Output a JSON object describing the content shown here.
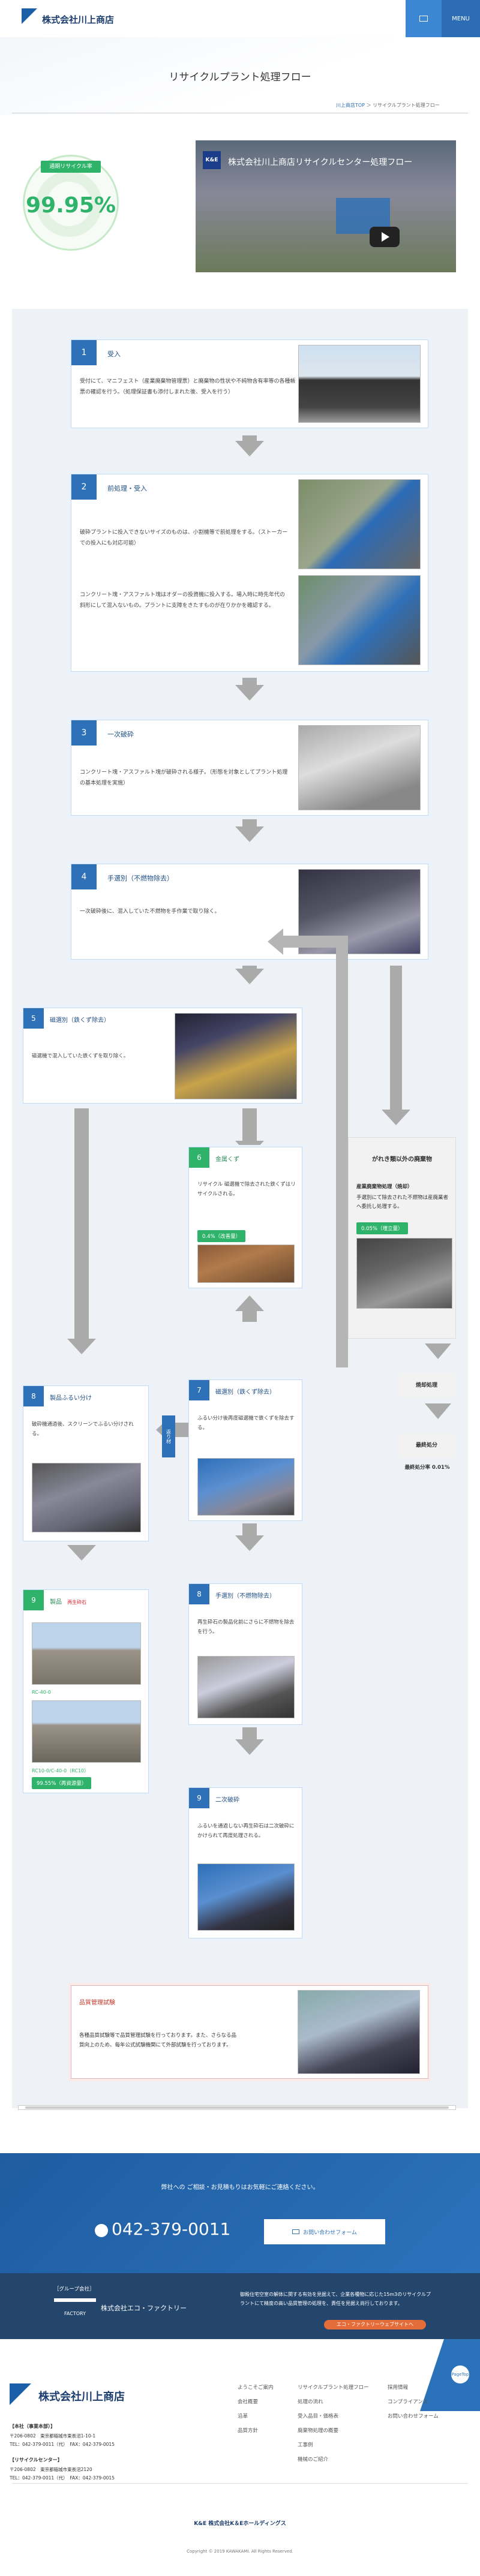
{
  "header": {
    "company": "株式会社川上商店",
    "menu_label": "MENU",
    "mail_icon": "mail-icon"
  },
  "page": {
    "title": "リサイクルプラント処理フロー",
    "breadcrumb_home": "川上商店TOP",
    "breadcrumb_current": "リサイクルプラント処理フロー"
  },
  "recycle": {
    "label": "通期リサイクル率",
    "value": "99.95%"
  },
  "video": {
    "title": "株式会社川上商店リサイクルセンター処理フロー",
    "logo": "K&E"
  },
  "steps": [
    {
      "num": "1",
      "title": "受入",
      "text": "受付にて、マニフェスト（産業廃棄物管理票）と廃棄物の性状や不純物含有率等の各種帳票の確認を行う。（処理保証書も添付しまれた後、受入を行う）"
    },
    {
      "num": "2",
      "title": "前処理・受入",
      "text": "破砕プラントに投入できないサイズのものは、小割機等で前処理をする。（ストーカーでの投入にも対応可能）",
      "text2": "コンクリート塊・アスファルト塊はオダーの投資機に投入する。場入時に時先年代の斜形にして混入ないもの。プラントに支障をきたすものが在りかかを確認する。"
    },
    {
      "num": "3",
      "title": "一次破砕",
      "text": "コンクリート塊・アスファルト塊が破砕される様子。（形態を対象としてプラント処理の基本処理を実施）"
    },
    {
      "num": "4",
      "title": "手選別（不燃物除去）",
      "text": "一次破砕後に、混入していた不燃物を手作業で取り除く。"
    }
  ],
  "step5": {
    "num": "5",
    "title": "磁選別（鉄くず除去）",
    "text": "磁選機で混入していた鉄くずを取り除く。"
  },
  "step6": {
    "num": "6",
    "title": "金属くず",
    "text": "リサイクル 磁選機で除去された鉄くずはリサイクルされる。",
    "badge": "0.4%（改善量）"
  },
  "side": {
    "title": "がれき類以外の廃棄物",
    "sub": "産業廃棄物処理（焼却）",
    "text": "手選別にて除去された不燃物は産廃業者へ委託し処理する。",
    "badge": "0.05%（埋立量）",
    "label1": "焼却処理",
    "label2": "最終処分",
    "label3": "最終処分率 0.01%"
  },
  "step7": {
    "num": "7",
    "title": "磁選別（鉄くず除去）",
    "text": "ふるい分け後再度磁選機で鉄くずを除去する。"
  },
  "step8": {
    "num": "8",
    "title": "製品ふるい分け",
    "text": "破砕機通過後、スクリーンでふるい分けされる。",
    "vlabel": "返り材"
  },
  "step9": {
    "num": "9",
    "title": "製品",
    "tag": "再生砕石",
    "label1": "RC-40-0",
    "label2": "RC10-0/C-40-0（RC10）",
    "badge": "99.55%（再資源量）"
  },
  "step10": {
    "num": "8",
    "title": "手選別（不燃物除去）",
    "text": "再生砕石の製品化前にさらに不燃物を除去を行う。"
  },
  "step11": {
    "num": "9",
    "title": "二次破砕",
    "text": "ふるいを通過しない再生砕石は二次破砕にかけられて再度処理される。"
  },
  "quality": {
    "title": "品質管理試験",
    "text": "各種品質試験等で品質管理試験を行っております。また、さらなる品質向上のため、毎年公式試験機関にて外部試験を行っております。"
  },
  "cta": {
    "lead": "弊社への ご相談・お見積もりはお気軽にご連絡ください。",
    "phone": "042-379-0011",
    "form_label": "お問い合わせフォーム"
  },
  "group": {
    "label": "［グループ会社］",
    "company": "株式会社エコ・ファクトリー",
    "text": "御殿住宅空室の解体に関する有効を見据えて、企業各種物に応じた15m3のリサイクルプラントにて精度の高い品質管理の処理を、責任を見据え尚行しております。",
    "btn": "エコ・ファクトリーウェブサイトへ",
    "logo": "FACTORY"
  },
  "footer": {
    "company": "株式会社川上商店",
    "hq_label": "【本社（事業本部）】",
    "hq_addr": "〒206-0802　東京都稲城市東長沼1-10-1",
    "hq_tel": "TEL：042-379-0011（代）　FAX：042-379-0015",
    "rc_label": "【リサイクルセンター】",
    "rc_addr": "〒206-0802　東京都稲城市東長沼2120",
    "rc_tel": "TEL：042-379-0011（代）　FAX：042-379-0015",
    "links_col1": [
      "ようこそご案内",
      "会社概要",
      "沿革",
      "品質方針"
    ],
    "links_col2": [
      "リサイクルプラント処理フロー",
      "処理の流れ",
      "受入品目・価格表",
      "廃棄物処理の概要",
      "工事例",
      "機械のご紹介"
    ],
    "links_col3": [
      "採用情報",
      "コンプライアンス",
      "お問い合わせフォーム"
    ],
    "pagetop": "PageTop",
    "holdings": "K&E 株式会社K＆Eホールディングス",
    "copyright": "Copyright © 2019 KAWAKAMI. All Rights Reserved."
  }
}
